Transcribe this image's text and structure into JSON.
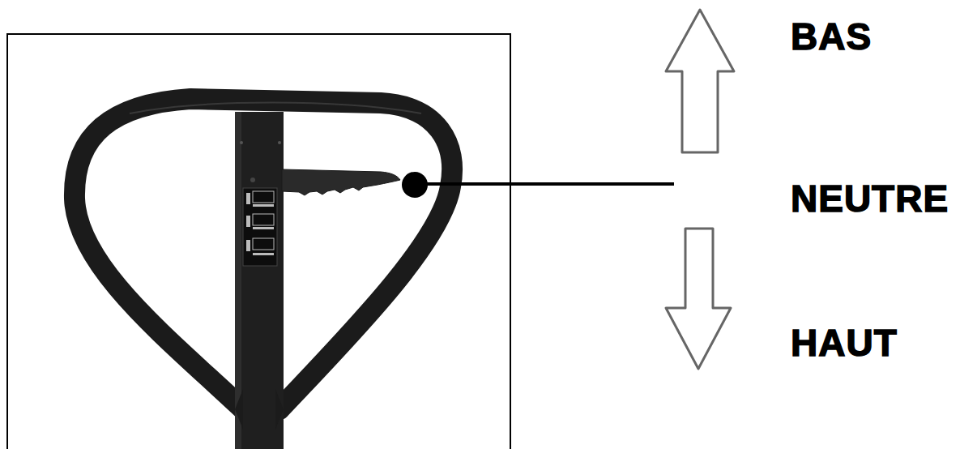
{
  "diagram": {
    "labels": [
      "BAS",
      "NEUTRE",
      "HAUT"
    ]
  }
}
